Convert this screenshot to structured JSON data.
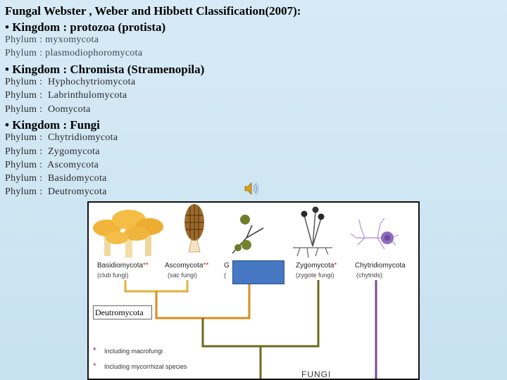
{
  "title": "Fungal Webster , Weber and Hibbett Classification(2007):",
  "kingdoms": [
    {
      "label": "• Kingdom : protozoa (protista)",
      "phyla": [
        "Phylum : myxomycota",
        "Phylum : plasmodiophoromycota"
      ]
    },
    {
      "label": "• Kingdom : Chromista (Stramenopila)",
      "phyla": [
        "Phylum :  Hyphochytriomycota",
        "Phylum :  Labrinthulomycota",
        "Phylum :  Oomycota"
      ]
    },
    {
      "label": "• Kingdom : Fungi",
      "phyla": [
        "Phylum :  Chytridiomycota",
        "Phylum :  Zygomycota",
        "Phylum :  Ascomycota",
        "Phylum :  Basidomycota",
        "Phylum :  Deutromycota"
      ]
    }
  ],
  "figure": {
    "groups": [
      {
        "name": "Basidiomycota",
        "stars": "**",
        "sub": "(club fungi)"
      },
      {
        "name": "Ascomycota",
        "stars": "**",
        "sub": "(sac fungi)"
      },
      {
        "name": "G",
        "stars": "",
        "sub": "("
      },
      {
        "name": "Zygomycota",
        "stars": "*",
        "sub": "(zygote fungi)"
      },
      {
        "name": "Chytridiomycota",
        "stars": "",
        "sub": "(chytrids)"
      }
    ],
    "deutero_label": "Deutromycota",
    "legend": [
      {
        "symbol": "*",
        "text": "Including macrofungi",
        "color": "#7a1e7a"
      },
      {
        "symbol": "*",
        "text": "Including mycorrhizal species",
        "color": "#c0392b"
      }
    ],
    "root_label": "FUNGI",
    "colors": {
      "basidio": "#e2b23a",
      "asco": "#d98c1f",
      "glomero": "#6f8b2a",
      "zygo": "#6b6b1f",
      "chytrid": "#7b4a93",
      "blue_box": "#4677c3"
    }
  },
  "icons": {
    "speaker": "speaker-icon"
  }
}
